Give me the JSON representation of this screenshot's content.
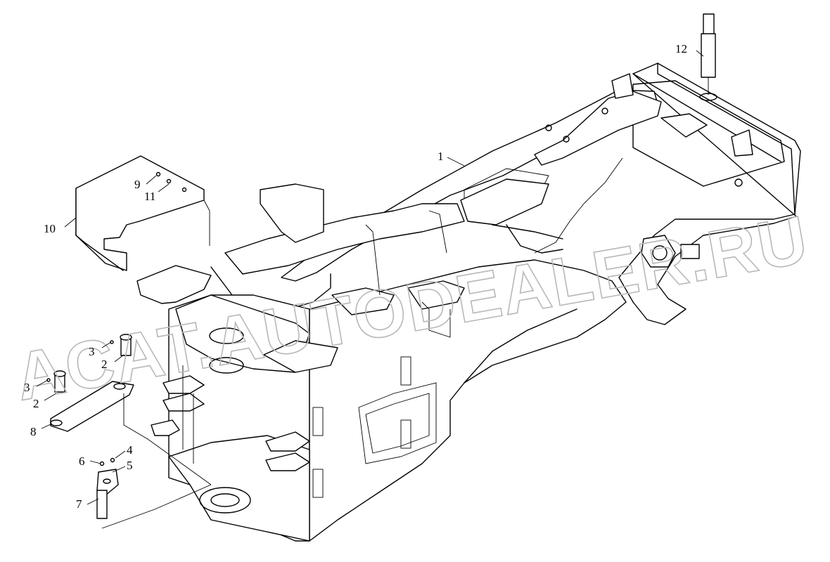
{
  "watermark": "ACAT.AUTODEALER.RU",
  "callouts": [
    {
      "id": "c1",
      "label": "1"
    },
    {
      "id": "c2a",
      "label": "2"
    },
    {
      "id": "c2b",
      "label": "2"
    },
    {
      "id": "c3a",
      "label": "3"
    },
    {
      "id": "c3b",
      "label": "3"
    },
    {
      "id": "c4",
      "label": "4"
    },
    {
      "id": "c5",
      "label": "5"
    },
    {
      "id": "c6",
      "label": "6"
    },
    {
      "id": "c7",
      "label": "7"
    },
    {
      "id": "c8",
      "label": "8"
    },
    {
      "id": "c9",
      "label": "9"
    },
    {
      "id": "c10",
      "label": "10"
    },
    {
      "id": "c11",
      "label": "11"
    },
    {
      "id": "c12",
      "label": "12"
    }
  ]
}
